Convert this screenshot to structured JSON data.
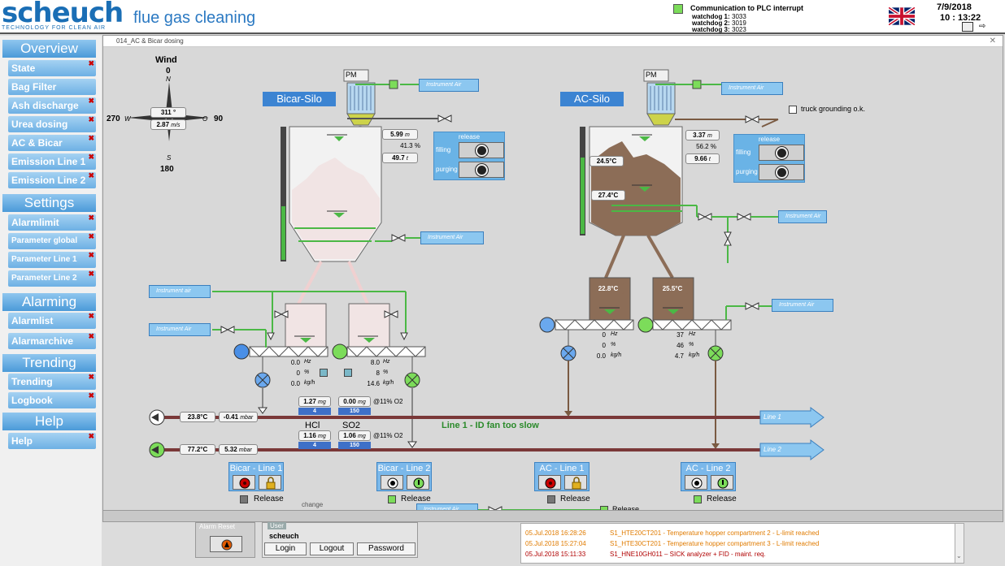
{
  "header": {
    "logo": "scheuch",
    "logo_sub": "TECHNOLOGY FOR CLEAN AIR",
    "title": "flue gas cleaning",
    "comm_label": "Communication to PLC interrupt",
    "watchdogs": [
      {
        "label": "watchdog 1:",
        "value": "3033"
      },
      {
        "label": "watchdog 2:",
        "value": "3019"
      },
      {
        "label": "watchdog 3:",
        "value": "3023"
      }
    ],
    "date": "7/9/2018",
    "time": "10 : 13:22"
  },
  "sidebar": {
    "overview": "Overview",
    "overview_items": [
      "State",
      "Bag Filter",
      "Ash discharge",
      "Urea dosing",
      "AC & Bicar",
      "Emission Line 1",
      "Emission Line 2"
    ],
    "settings": "Settings",
    "settings_items": [
      "Alarmlimit",
      "Parameter global",
      "Parameter Line 1",
      "Parameter Line 2"
    ],
    "alarming": "Alarming",
    "alarming_items": [
      "Alarmlist",
      "Alarmarchive"
    ],
    "trending": "Trending",
    "trending_items": [
      "Trending",
      "Logbook"
    ],
    "help": "Help",
    "help_items": [
      "Help"
    ]
  },
  "window": {
    "title": "014_AC & Bicar dosing"
  },
  "wind": {
    "title": "Wind",
    "n_deg": "0",
    "n": "N",
    "e_deg": "90",
    "e": "O",
    "s_deg": "180",
    "s": "S",
    "w_deg": "270",
    "w": "W",
    "dir": "311 °",
    "speed": "2.87",
    "speed_unit": "m/s"
  },
  "bicar_silo": {
    "title": "Bicar-Silo",
    "pm": "PM",
    "v1": "5.99",
    "v1u": "m",
    "v2": "41.3",
    "v2u": "%",
    "v3": "49.7",
    "v3u": "t",
    "release_title": "release",
    "filling": "filling",
    "purging": "purging",
    "instrument_air": "Instrument Air",
    "instrument_air_2": "Instrument Air"
  },
  "ac_silo": {
    "title": "AC-Silo",
    "pm": "PM",
    "v1": "3.37",
    "v1u": "m",
    "v2": "56.2",
    "v2u": "%",
    "v3": "9.66",
    "v3u": "t",
    "t1": "24.5°C",
    "t2": "27.4°C",
    "release_title": "release",
    "filling": "filling",
    "purging": "purging",
    "truck": "truck grounding o.k.",
    "instrument_air": "Instrument Air",
    "instrument_air_2": "Instrument Air"
  },
  "bicar_dosing": {
    "left": {
      "hz": "0.0",
      "pct": "0",
      "kgh": "0.0"
    },
    "right": {
      "hz": "8.0",
      "pct": "8",
      "kgh": "14.6"
    },
    "instrument_air_1": "Instrument air",
    "instrument_air_2": "Instrument Air"
  },
  "ac_dosing": {
    "left_temp": "22.8°C",
    "right_temp": "25.5°C",
    "left": {
      "hz": "0",
      "pct": "0",
      "kgh": "0.0"
    },
    "right": {
      "hz": "37",
      "pct": "46",
      "kgh": "4.7"
    },
    "instrument_air": "Instrument Air"
  },
  "units": {
    "hz": "Hz",
    "pct": "%",
    "kgh": "kg/h",
    "mbar": "mbar",
    "mg": "mg"
  },
  "lines": {
    "line1": {
      "label": "Line 1",
      "temp": "23.8°C",
      "press": "-0.41"
    },
    "line2": {
      "label": "Line 2",
      "temp": "77.2°C",
      "press": "5.32"
    },
    "status": "Line 1 - ID fan too slow",
    "hcl": "HCl",
    "so2": "SO2",
    "o2_ref": "@11% O2",
    "l1_hcl": "1.27",
    "l1_hcl_lim": "4",
    "l1_so2": "0.00",
    "l1_so2_lim": "150",
    "l2_hcl": "1.16",
    "l2_hcl_lim": "4",
    "l2_so2": "1.06",
    "l2_so2_lim": "150"
  },
  "line_panels": [
    {
      "title": "Bicar - Line 1",
      "release": "Release"
    },
    {
      "title": "Bicar - Line 2",
      "release": "Release"
    },
    {
      "title": "AC - Line 1",
      "release": "Release"
    },
    {
      "title": "AC - Line 2",
      "release": "Release"
    }
  ],
  "footer": {
    "instrument_air": "Instrument Air",
    "release": "Release",
    "change": "change"
  },
  "user": {
    "group": "User",
    "name": "scheuch",
    "login": "Login",
    "logout": "Logout",
    "password": "Password",
    "alarm_reset": "Alarm Reset"
  },
  "messages": [
    {
      "date": "05.Jul.2018 16:28:26",
      "text": "S1_HTE20CT201 - Temperature hopper compartment 2 - L-limit reached",
      "color": "#e07b00"
    },
    {
      "date": "05.Jul.2018 15:27:04",
      "text": "S1_HTE30CT201 - Temperature hopper compartment 3 - L-limit reached",
      "color": "#e07b00"
    },
    {
      "date": "05.Jul.2018 15:11:33",
      "text": "S1_HNE10GH011 – SICK analyzer + FID - maint. req.",
      "color": "#b00000"
    }
  ]
}
